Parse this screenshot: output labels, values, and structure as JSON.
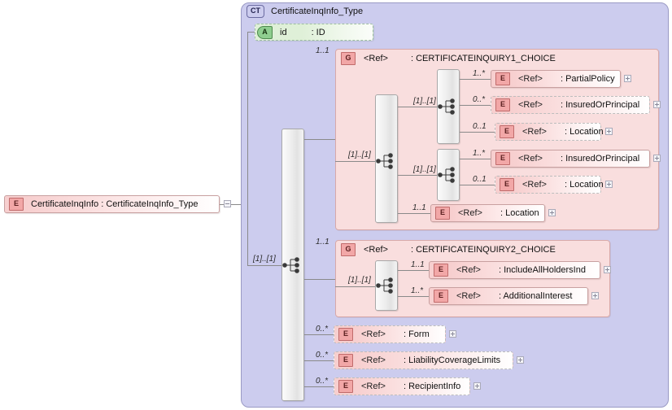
{
  "diagram": {
    "kind": "xsd-schema-diagram",
    "root_element": {
      "tag": "E",
      "label": "CertificateInqInfo  : CertificateInqInfo_Type",
      "toggle": "collapse-minus"
    },
    "complex_type": {
      "tag": "CT",
      "title": "CertificateInqInfo_Type"
    },
    "attribute": {
      "tag": "A",
      "name": "id",
      "type": ": ID"
    },
    "root_sequence": {
      "icon": "sequence-icon",
      "cardinality": "[1]..[1]"
    },
    "groups": [
      {
        "tag": "G",
        "ref": "<Ref>",
        "name": ": CERTIFICATEINQUIRY1_CHOICE",
        "cardinality": "1..1",
        "choice": {
          "icon": "choice-icon",
          "cardinality": "[1]..[1]"
        },
        "branches": [
          {
            "compositor": {
              "icon": "sequence-icon",
              "cardinality": "[1]..[1]"
            },
            "items": [
              {
                "tag": "E",
                "ref": "<Ref>",
                "name": ": PartialPolicy",
                "cardinality": "1..*",
                "style": "solid",
                "toggle": "expand-plus"
              },
              {
                "tag": "E",
                "ref": "<Ref>",
                "name": ": InsuredOrPrincipal",
                "cardinality": "0..*",
                "style": "dashed",
                "toggle": "expand-plus"
              },
              {
                "tag": "E",
                "ref": "<Ref>",
                "name": ": Location",
                "cardinality": "0..1",
                "style": "dashed",
                "toggle": "expand-plus"
              }
            ]
          },
          {
            "compositor": {
              "icon": "sequence-icon",
              "cardinality": "[1]..[1]"
            },
            "items": [
              {
                "tag": "E",
                "ref": "<Ref>",
                "name": ": InsuredOrPrincipal",
                "cardinality": "1..*",
                "style": "solid",
                "toggle": "expand-plus"
              },
              {
                "tag": "E",
                "ref": "<Ref>",
                "name": ": Location",
                "cardinality": "0..1",
                "style": "dashed",
                "toggle": "expand-plus"
              }
            ]
          }
        ],
        "direct_items": [
          {
            "tag": "E",
            "ref": "<Ref>",
            "name": ": Location",
            "cardinality": "1..1",
            "style": "solid",
            "toggle": "expand-plus"
          }
        ]
      },
      {
        "tag": "G",
        "ref": "<Ref>",
        "name": ": CERTIFICATEINQUIRY2_CHOICE",
        "cardinality": "1..1",
        "choice": {
          "icon": "choice-icon",
          "cardinality": "[1]..[1]"
        },
        "items": [
          {
            "tag": "E",
            "ref": "<Ref>",
            "name": ": IncludeAllHoldersInd",
            "cardinality": "1..1",
            "style": "solid",
            "toggle": "expand-plus"
          },
          {
            "tag": "E",
            "ref": "<Ref>",
            "name": ": AdditionalInterest",
            "cardinality": "1..*",
            "style": "solid",
            "toggle": "expand-plus"
          }
        ]
      }
    ],
    "tail_items": [
      {
        "tag": "E",
        "ref": "<Ref>",
        "name": ": Form",
        "cardinality": "0..*",
        "style": "dashed",
        "toggle": "expand-plus"
      },
      {
        "tag": "E",
        "ref": "<Ref>",
        "name": ": LiabilityCoverageLimits",
        "cardinality": "0..*",
        "style": "dashed",
        "toggle": "expand-plus"
      },
      {
        "tag": "E",
        "ref": "<Ref>",
        "name": ": RecipientInfo",
        "cardinality": "0..*",
        "style": "dashed",
        "toggle": "expand-plus"
      }
    ],
    "colors": {
      "complex_type_fill": "#ccccee",
      "group_fill": "#f9dede",
      "element_fill": "#f7cfcf",
      "attribute_fill": "#dff0d8",
      "line": "#8a8a8a",
      "background": "#ffffff"
    }
  }
}
